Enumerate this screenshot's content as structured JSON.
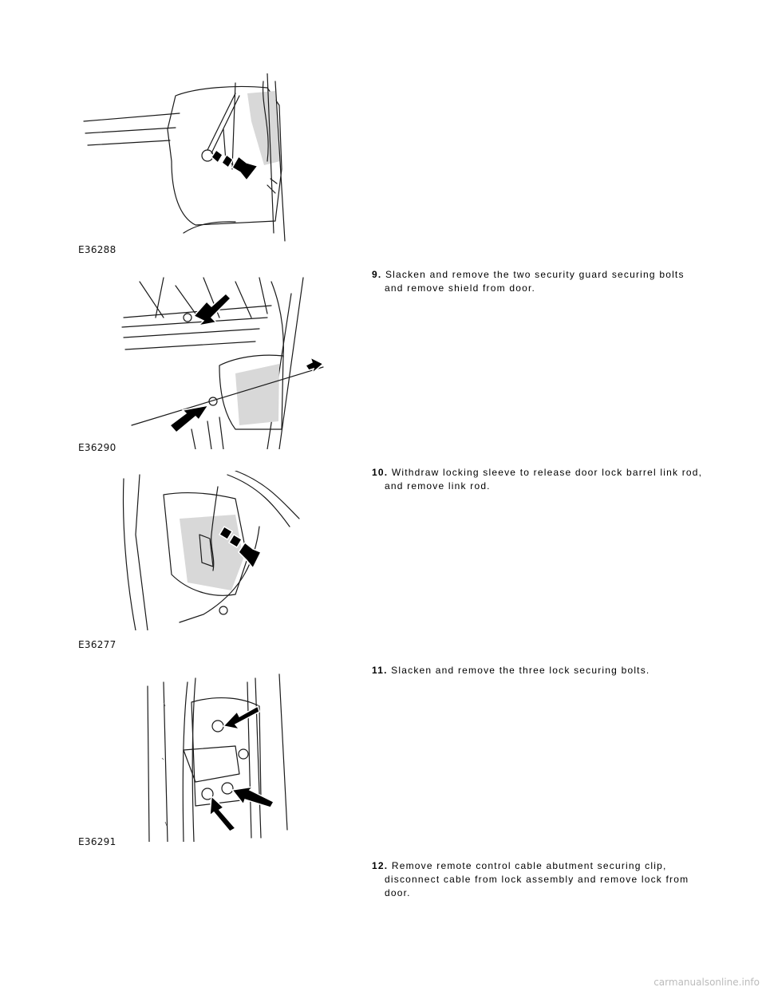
{
  "figures": [
    {
      "id": "E36288"
    },
    {
      "id": "E36290"
    },
    {
      "id": "E36277"
    },
    {
      "id": "E36291"
    }
  ],
  "steps": [
    {
      "num": "9.",
      "text": "Slacken and remove the two security guard securing bolts and remove shield from door."
    },
    {
      "num": "10.",
      "text": "Withdraw locking sleeve to release door lock barrel link rod, and remove link rod."
    },
    {
      "num": "11.",
      "text": "Slacken and remove the three lock securing bolts."
    },
    {
      "num": "12.",
      "text": "Remove remote control cable abutment securing clip, disconnect cable from lock assembly and remove lock from door."
    }
  ],
  "footer": "carmanualsonline.info"
}
